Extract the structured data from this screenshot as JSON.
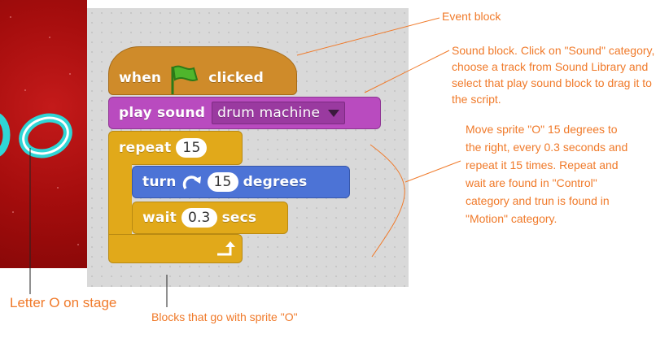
{
  "blocks": {
    "hat": {
      "when": "when",
      "clicked": "clicked"
    },
    "sound": {
      "label": "play sound",
      "track": "drum machine"
    },
    "repeat": {
      "label": "repeat",
      "count": "15"
    },
    "turn": {
      "label": "turn",
      "value": "15",
      "unit": "degrees"
    },
    "wait": {
      "label": "wait",
      "value": "0.3",
      "unit": "secs"
    }
  },
  "annotations": {
    "event": "Event block",
    "sound": "Sound block. Click on \"Sound\" category, choose a track from Sound Library and select that play sound block to drag it to the script.",
    "repeat": "Move sprite \"O\" 15 degrees to the right, every 0.3 seconds and repeat it 15 times.  Repeat and wait are found in \"Control\" category and trun is found in \"Motion\" category.",
    "stage": "Letter O on stage",
    "sprite_blocks": "Blocks that go with sprite \"O\""
  },
  "colors": {
    "events": "#cf8b2a",
    "sound": "#b94bbf",
    "control": "#e1a91a",
    "motion": "#4c73d6",
    "annotation": "#f07a2a",
    "stage": "#a50d0d",
    "sprite": "#2fd6d6"
  },
  "icons": [
    "green-flag-icon",
    "dropdown-arrow-icon",
    "turn-right-icon",
    "repeat-arrow-icon"
  ]
}
